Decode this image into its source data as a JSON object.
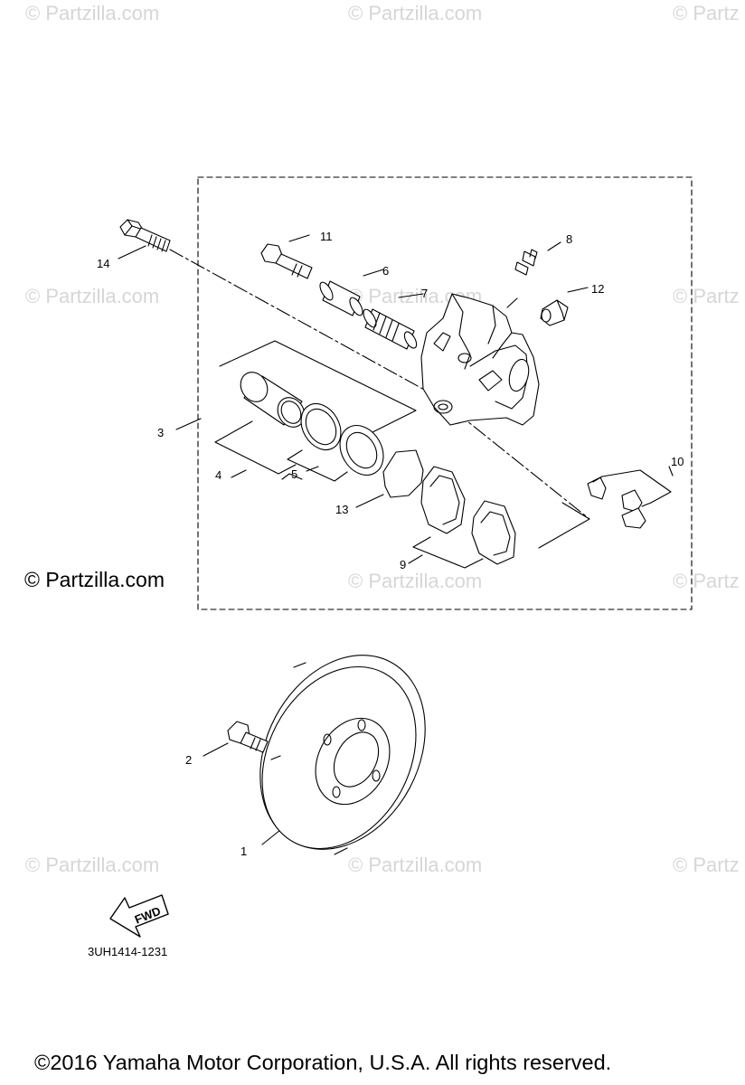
{
  "watermarks": {
    "faint": "© Partzilla.com",
    "faint_clipped": "© Partz",
    "main": "© Partzilla.com"
  },
  "callouts": [
    "1",
    "2",
    "3",
    "4",
    "5",
    "6",
    "7",
    "8",
    "9",
    "10",
    "11",
    "12",
    "13",
    "14"
  ],
  "fwd_arrow_label": "FWD",
  "diagram_code": "3UH1414-1231",
  "copyright": "©2016 Yamaha Motor Corporation, U.S.A. All rights reserved.",
  "colors": {
    "line": "#000000",
    "watermark": "#d6d6d6",
    "background": "#ffffff"
  }
}
